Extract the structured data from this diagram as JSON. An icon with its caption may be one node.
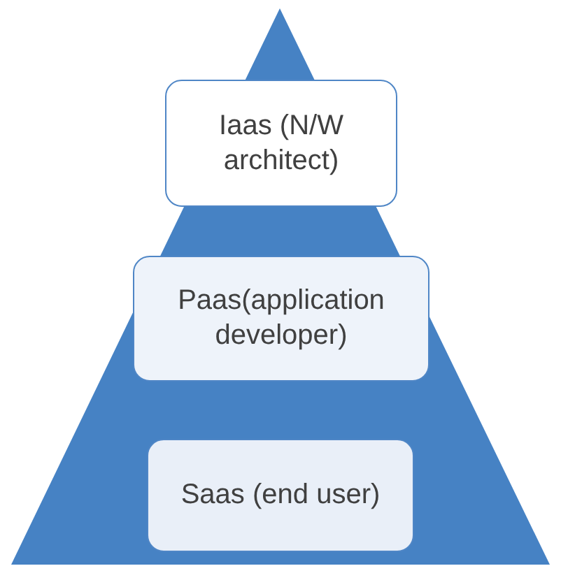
{
  "diagram": {
    "nodes": [
      {
        "text": [
          "Iaas (N/W architect)"
        ]
      },
      {
        "text": [
          "Paas(application developer)"
        ]
      },
      {
        "text": [
          "Saas (end user)"
        ]
      }
    ]
  }
}
